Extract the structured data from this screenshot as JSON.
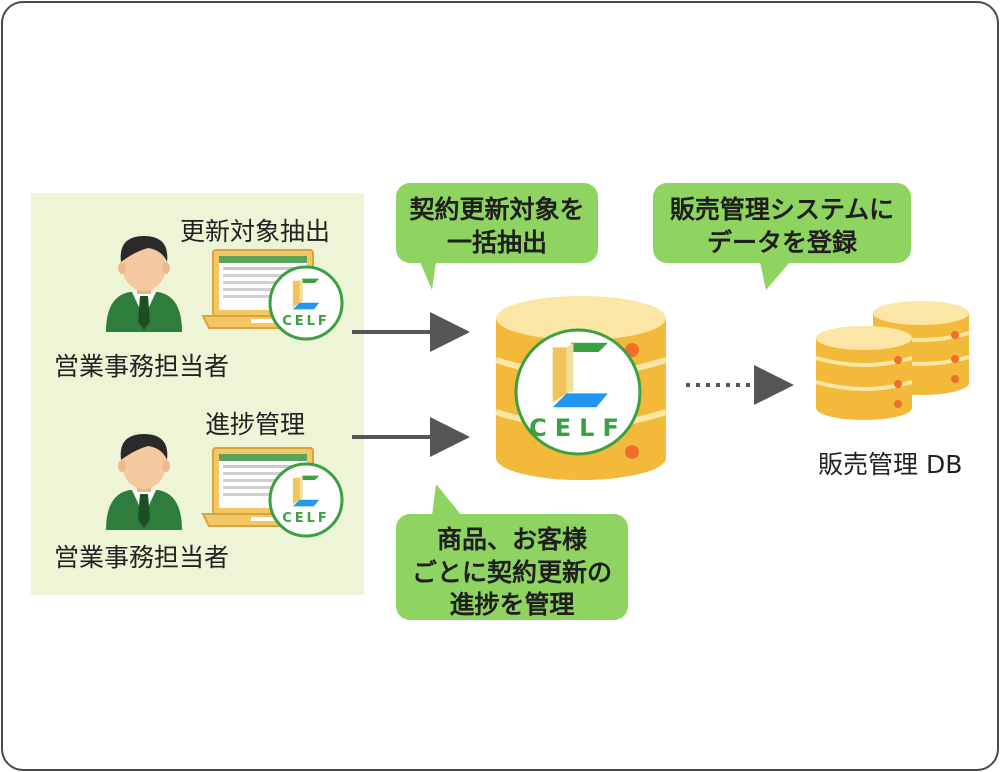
{
  "users": [
    {
      "task_label": "更新対象抽出",
      "role_label": "営業事務担当者"
    },
    {
      "task_label": "進捗管理",
      "role_label": "営業事務担当者"
    }
  ],
  "bubbles": {
    "extract": {
      "line1": "契約更新対象を",
      "line2": "一括抽出"
    },
    "register": {
      "line1": "販売管理システムに",
      "line2": "データを登録"
    },
    "progress": {
      "line1": "商品、お客様",
      "line2": "ごとに契約更新の",
      "line3": "進捗を管理"
    }
  },
  "central_db": {
    "logo_text": "CELF"
  },
  "sales_db": {
    "label": "販売管理 DB"
  },
  "laptop_logo_text": "CELF",
  "colors": {
    "bubble_fill": "#8fd360",
    "panel_fill": "#eef5d6",
    "db_gold": "#f2b93b",
    "db_cream": "#fbe6a6",
    "db_orange_dot": "#ee6f2c",
    "suit_green": "#2f7d3d",
    "logo_green": "#3aa040",
    "logo_blue": "#2196f3"
  }
}
